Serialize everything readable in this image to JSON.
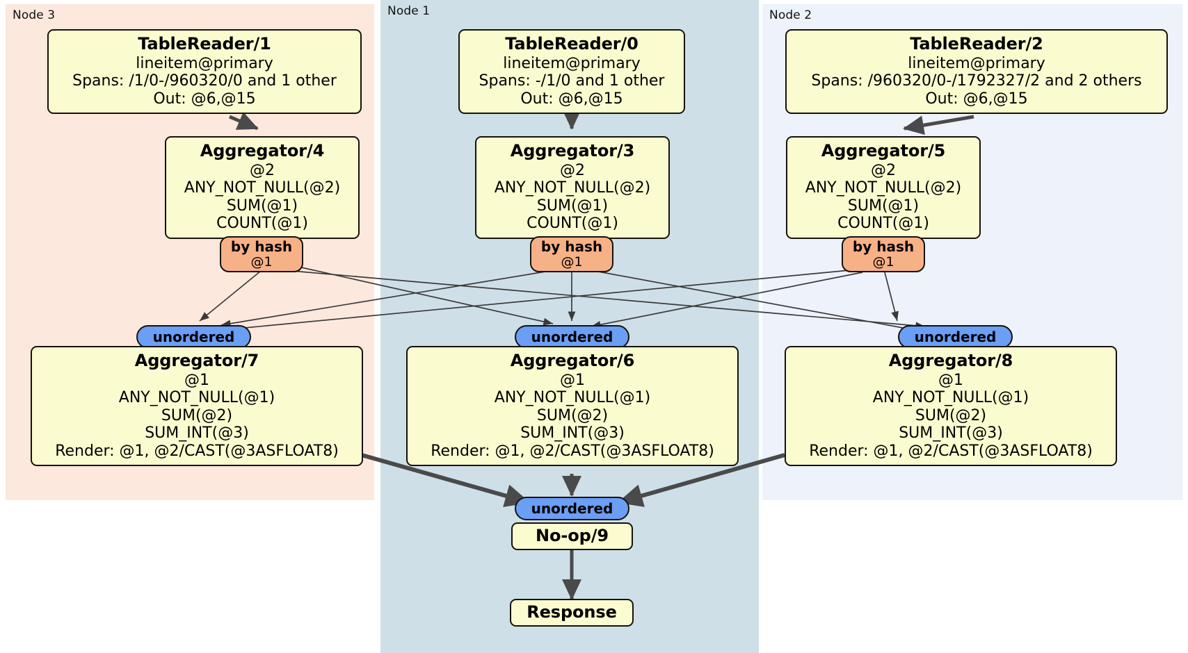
{
  "diagram": {
    "title": "Distributed query execution plan",
    "colors": {
      "node3_bg": "#fce8dd",
      "node1_bg": "#cfdfe8",
      "node2_bg": "#eef2fa",
      "processor_bg": "#fbfbd0",
      "router_hash_bg": "#f7b186",
      "router_unordered_bg": "#6b9ef5",
      "border": "#14120c",
      "edge_thin": "#3a3a3a",
      "edge_thick": "#4a4a4a"
    }
  },
  "panels": [
    {
      "id": "node3",
      "label": "Node 3"
    },
    {
      "id": "node1",
      "label": "Node 1"
    },
    {
      "id": "node2",
      "label": "Node 2"
    }
  ],
  "processors": {
    "tablereader_1": {
      "title": "TableReader/1",
      "lines": [
        "lineitem@primary",
        "Spans: /1/0-/960320/0 and 1 other",
        "Out: @6,@15"
      ]
    },
    "tablereader_0": {
      "title": "TableReader/0",
      "lines": [
        "lineitem@primary",
        "Spans: -/1/0 and 1 other",
        "Out: @6,@15"
      ]
    },
    "tablereader_2": {
      "title": "TableReader/2",
      "lines": [
        "lineitem@primary",
        "Spans: /960320/0-/1792327/2 and 2 others",
        "Out: @6,@15"
      ]
    },
    "aggregator_4": {
      "title": "Aggregator/4",
      "lines": [
        "@2",
        "ANY_NOT_NULL(@2)",
        "SUM(@1)",
        "COUNT(@1)"
      ]
    },
    "aggregator_3": {
      "title": "Aggregator/3",
      "lines": [
        "@2",
        "ANY_NOT_NULL(@2)",
        "SUM(@1)",
        "COUNT(@1)"
      ]
    },
    "aggregator_5": {
      "title": "Aggregator/5",
      "lines": [
        "@2",
        "ANY_NOT_NULL(@2)",
        "SUM(@1)",
        "COUNT(@1)"
      ]
    },
    "aggregator_7": {
      "title": "Aggregator/7",
      "lines": [
        "@1",
        "ANY_NOT_NULL(@1)",
        "SUM(@2)",
        "SUM_INT(@3)",
        "Render: @1, @2/CAST(@3ASFLOAT8)"
      ]
    },
    "aggregator_6": {
      "title": "Aggregator/6",
      "lines": [
        "@1",
        "ANY_NOT_NULL(@1)",
        "SUM(@2)",
        "SUM_INT(@3)",
        "Render: @1, @2/CAST(@3ASFLOAT8)"
      ]
    },
    "aggregator_8": {
      "title": "Aggregator/8",
      "lines": [
        "@1",
        "ANY_NOT_NULL(@1)",
        "SUM(@2)",
        "SUM_INT(@3)",
        "Render: @1, @2/CAST(@3ASFLOAT8)"
      ]
    },
    "noop_9": {
      "title": "No-op/9"
    },
    "response": {
      "title": "Response"
    }
  },
  "routers": {
    "hash_left": {
      "type": "by hash",
      "column": "@1"
    },
    "hash_mid": {
      "type": "by hash",
      "column": "@1"
    },
    "hash_right": {
      "type": "by hash",
      "column": "@1"
    },
    "unordered_left": {
      "label": "unordered"
    },
    "unordered_mid": {
      "label": "unordered"
    },
    "unordered_right": {
      "label": "unordered"
    },
    "unordered_final": {
      "label": "unordered"
    }
  }
}
